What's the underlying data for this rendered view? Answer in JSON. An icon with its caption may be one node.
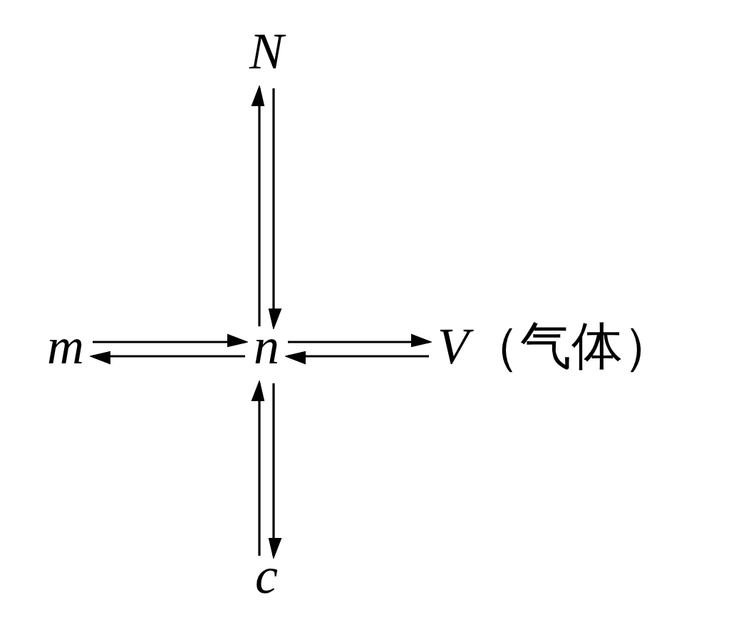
{
  "diagram": {
    "nodes": [
      {
        "text": [
          "*N*"
        ]
      },
      {
        "text": [
          "*m*"
        ]
      },
      {
        "text": [
          "*n*"
        ]
      },
      {
        "text": [
          "*V*（气体）"
        ]
      },
      {
        "text": [
          "*c*"
        ]
      }
    ],
    "edges": [
      {
        "from": 2,
        "to": 0,
        "arrow": "to"
      },
      {
        "from": 0,
        "to": 2,
        "arrow": "to"
      },
      {
        "from": 1,
        "to": 2,
        "arrow": "to"
      },
      {
        "from": 2,
        "to": 1,
        "arrow": "to"
      },
      {
        "from": 2,
        "to": 3,
        "arrow": "to"
      },
      {
        "from": 3,
        "to": 2,
        "arrow": "to"
      },
      {
        "from": 4,
        "to": 2,
        "arrow": "to"
      },
      {
        "from": 2,
        "to": 4,
        "arrow": "to"
      }
    ]
  }
}
